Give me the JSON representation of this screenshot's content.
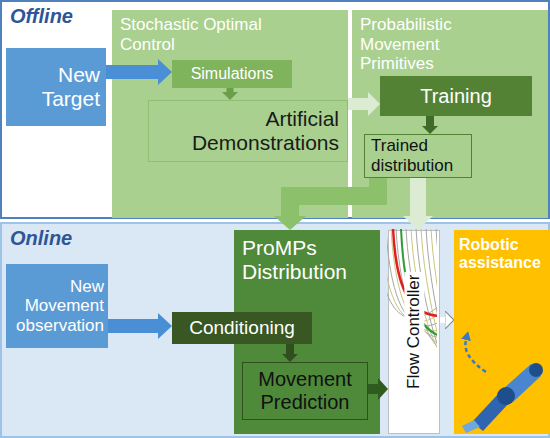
{
  "diagram": {
    "nodes": [
      {
        "text": [
          "Offline"
        ]
      },
      {
        "text": [
          "New Target"
        ],
        "in": 0
      },
      {
        "text": [
          "Stochastic Optimal Control"
        ],
        "in": 0
      },
      {
        "text": [
          "Simulations"
        ],
        "in": 2
      },
      {
        "text": [
          "Artificial Demonstrations"
        ],
        "in": 2
      },
      {
        "text": [
          "Probabilistic Movement Primitives"
        ],
        "in": 0
      },
      {
        "text": [
          "Training"
        ],
        "in": 5
      },
      {
        "text": [
          "Trained distribution"
        ],
        "in": 5
      },
      {
        "text": [
          "Online"
        ]
      },
      {
        "text": [
          "New Movement observation"
        ],
        "in": 8
      },
      {
        "text": [
          "ProMPs Distribution"
        ],
        "in": 8
      },
      {
        "text": [
          "Conditioning"
        ],
        "in": 10
      },
      {
        "text": [
          "Movement Prediction"
        ],
        "in": 10
      },
      {
        "text": [
          "Flow Controller"
        ],
        "in": 8
      },
      {
        "text": [
          "Robotic assistance"
        ],
        "in": 8
      }
    ],
    "edges": [
      {
        "from": 1,
        "to": 3,
        "arrow": "to"
      },
      {
        "from": 3,
        "to": 4,
        "arrow": "to"
      },
      {
        "from": 4,
        "to": 6,
        "arrow": "to"
      },
      {
        "from": 6,
        "to": 7,
        "arrow": "to"
      },
      {
        "from": 7,
        "to": 10,
        "arrow": "to"
      },
      {
        "from": 7,
        "to": 13,
        "arrow": "to"
      },
      {
        "from": 9,
        "to": 11,
        "arrow": "to"
      },
      {
        "from": 11,
        "to": 12,
        "arrow": "to"
      },
      {
        "from": 12,
        "to": 13,
        "arrow": "to"
      },
      {
        "from": 13,
        "to": 14,
        "arrow": "to"
      }
    ]
  }
}
